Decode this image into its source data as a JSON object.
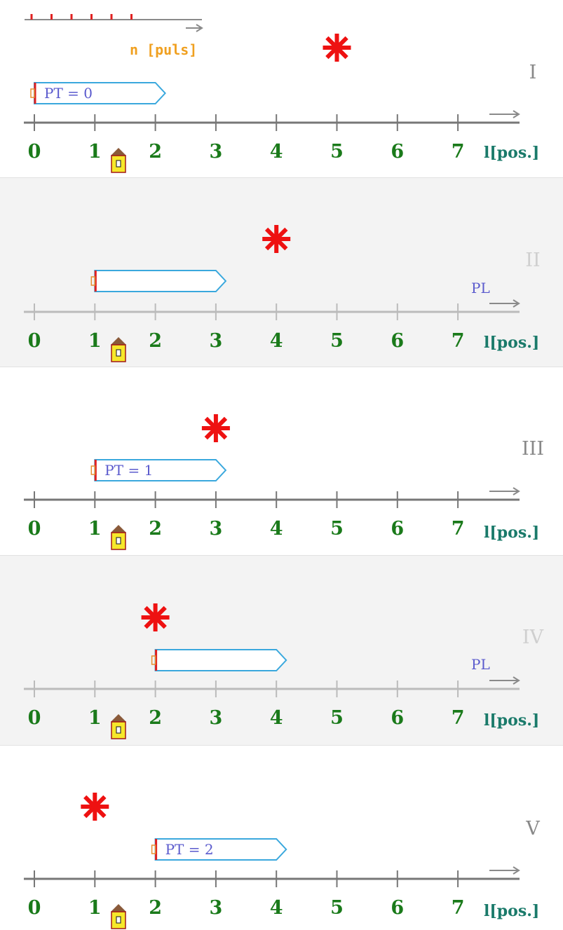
{
  "legend": {
    "label": "n [puls]",
    "marker_color": "#e02020",
    "marker_count": 6
  },
  "axis": {
    "ticks": [
      "0",
      "1",
      "2",
      "3",
      "4",
      "5",
      "6",
      "7"
    ],
    "unit": "l[pos.]"
  },
  "colors": {
    "tick_label": "#1a7a1a",
    "unit": "#1a7a6a",
    "star": "#ee1111",
    "wagon_border": "#3aa8dd",
    "wagon_text": "#5a5acd",
    "dark_axis": "#777777",
    "light_axis": "#bbbbbb"
  },
  "panels": [
    {
      "roman": "I",
      "star_at": 5,
      "wagon_from": 0,
      "wagon_to": 2,
      "wagon_text": "PT = 0",
      "pl": "",
      "station": "station-icon",
      "star": "asterisk-icon",
      "shaded": false
    },
    {
      "roman": "II",
      "star_at": 4,
      "wagon_from": 1,
      "wagon_to": 3,
      "wagon_text": "",
      "pl": "PL",
      "station": "station-icon",
      "star": "asterisk-icon",
      "shaded": true
    },
    {
      "roman": "III",
      "star_at": 3,
      "wagon_from": 1,
      "wagon_to": 3,
      "wagon_text": "PT = 1",
      "pl": "",
      "station": "station-icon",
      "star": "asterisk-icon",
      "shaded": false
    },
    {
      "roman": "IV",
      "star_at": 2,
      "wagon_from": 2,
      "wagon_to": 4,
      "wagon_text": "",
      "pl": "PL",
      "station": "station-icon",
      "star": "asterisk-icon",
      "shaded": true
    },
    {
      "roman": "V",
      "star_at": 1,
      "wagon_from": 2,
      "wagon_to": 4,
      "wagon_text": "PT = 2",
      "pl": "",
      "station": "station-icon",
      "star": "asterisk-icon",
      "shaded": false
    }
  ]
}
